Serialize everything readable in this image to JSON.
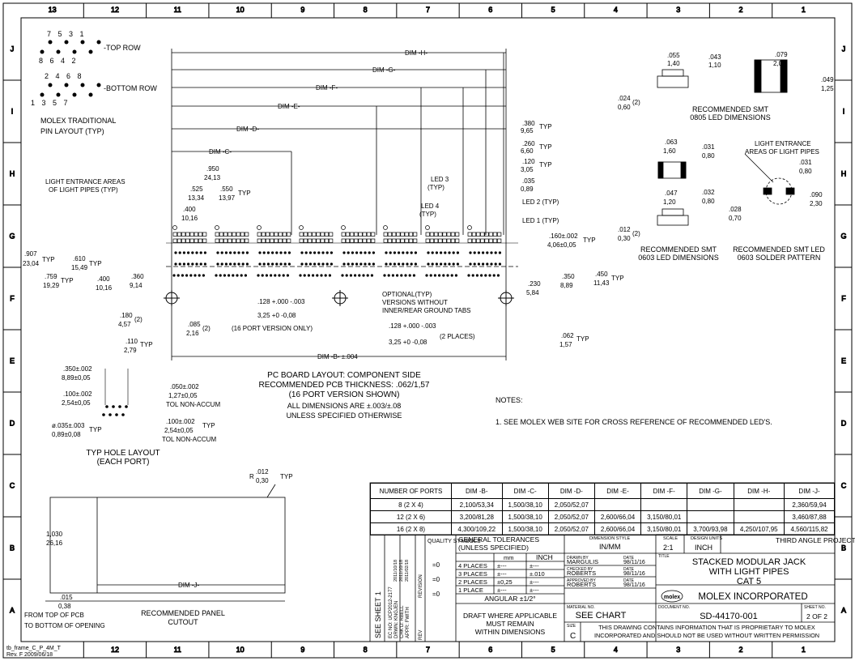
{
  "zones_top": [
    "13",
    "12",
    "11",
    "10",
    "9",
    "8",
    "7",
    "6",
    "5",
    "4",
    "3",
    "2",
    "1"
  ],
  "zones_bottom": [
    "12",
    "11",
    "10",
    "9",
    "8",
    "7",
    "6",
    "5",
    "4",
    "3",
    "2",
    "1"
  ],
  "rows_left": [
    "J",
    "I",
    "H",
    "G",
    "F",
    "E",
    "D",
    "C",
    "B",
    "A"
  ],
  "rows_right": [
    "J",
    "I",
    "H",
    "G",
    "F",
    "E",
    "D",
    "C",
    "B",
    "A"
  ],
  "pin_layout": {
    "top_row_label": "-TOP ROW",
    "bottom_row_label": "-BOTTOM ROW",
    "title_line1": "MOLEX TRADITIONAL",
    "title_line2": "PIN LAYOUT (TYP)",
    "top_numbers": "7 5 3 1",
    "top_numbers2": "8 6 4 2",
    "bottom_numbers": "2 4 6 8",
    "bottom_numbers2": "1 3 5 7"
  },
  "board": {
    "dim_h": "DIM -H-",
    "dim_g": "DIM -G-",
    "dim_f": "DIM -F-",
    "dim_e": "DIM -E-",
    "dim_d": "DIM -D-",
    "dim_c": "DIM -C-",
    "dim_b": "DIM -B- ±.004",
    "light_entrance": "LIGHT ENTRANCE AREAS",
    "light_entrance2": "OF LIGHT PIPES (TYP)",
    "d950": ".950",
    "d2413": "24,13",
    "d525": ".525",
    "d1334": "13,34",
    "d550": ".550",
    "d1397": "13,97",
    "d400": ".400",
    "d1016": "10,16",
    "typ": "TYP",
    "d907": ".907",
    "d2304": "23,04",
    "d610": ".610",
    "d1549": "15,49",
    "d759": ".759",
    "d1929": "19,29",
    "d400b": ".400",
    "d1016b": "10,16",
    "d360": ".360",
    "d914": "9,14",
    "d180": ".180",
    "d457": "4,57",
    "d085": ".085",
    "d216": "2,16",
    "d110": ".110",
    "d279": "2,79",
    "two": "(2)",
    "d380": ".380",
    "d965": "9,65",
    "d260": ".260",
    "d660": "6,60",
    "d120": ".120",
    "d305": "3,05",
    "d035": ".035",
    "d089": "0,89",
    "led3": "LED 3",
    "led3typ": "(TYP)",
    "led4": "LED 4",
    "led4typ": "(TYP)",
    "led2": "LED 2 (TYP)",
    "led1": "LED 1 (TYP)",
    "d160": ".160±.002",
    "d406": "4,06±0,05",
    "d350": ".350",
    "d889": "8,89",
    "d450": ".450",
    "d1143": "11,43",
    "d230": ".230",
    "d584": "5,84",
    "optional1": "OPTIONAL(TYP)",
    "optional2": "VERSIONS WITHOUT",
    "optional3": "INNER/REAR GROUND TABS",
    "hole128": ".128 +.000 -.003",
    "hole325": "3,25 +0 -0,08",
    "hole16": "(16 PORT VERSION ONLY)",
    "hole2places": "(2 PLACES)",
    "d062": ".062",
    "d157": "1,57",
    "title1": "PC BOARD LAYOUT: COMPONENT SIDE",
    "title2": "RECOMMENDED PCB THICKNESS: .062/1,57",
    "title3": "(16 PORT VERSION SHOWN)",
    "note1": "ALL DIMENSIONS ARE ±.003/±.08",
    "note2": "UNLESS SPECIFIED OTHERWISE"
  },
  "hole_layout": {
    "d350": ".350±.002",
    "d889": "8,89±0,05",
    "d100": ".100±.002",
    "d254": "2,54±0,05",
    "d035": "ø.035±.003",
    "d089": "0,89±0,08",
    "typ": "TYP",
    "d050": ".050±.002",
    "d127": "1,27±0,05",
    "tol": "TOL NON-ACCUM",
    "d100b": ".100±.002",
    "d254b": "2,54±0,05",
    "tol2": "TOL NON-ACCUM",
    "title1": "TYP HOLE LAYOUT",
    "title2": "(EACH PORT)"
  },
  "smt0805": {
    "d055": ".055",
    "d140": "1,40",
    "d043": ".043",
    "d110": "1,10",
    "d024": ".024",
    "d060": "0,60",
    "two": "(2)",
    "d079": ".079",
    "d200": "2,00",
    "d049": ".049",
    "d125": "1,25",
    "title1": "RECOMMENDED SMT",
    "title2": "0805 LED DIMENSIONS"
  },
  "smt0603": {
    "d063": ".063",
    "d160": "1,60",
    "d031": ".031",
    "d080": "0,80",
    "d047": ".047",
    "d120": "1,20",
    "d032": ".032",
    "d080b": "0,80",
    "d012": ".012",
    "d030": "0,30",
    "two": "(2)",
    "title1": "RECOMMENDED SMT",
    "title2": "0603 LED DIMENSIONS"
  },
  "solder": {
    "label1": "LIGHT ENTRANCE",
    "label2": "AREAS OF LIGHT PIPES",
    "d031": ".031",
    "d080": "0,80",
    "d028": ".028",
    "d070": "0,70",
    "d090": ".090",
    "d230": "2,30",
    "title1": "RECOMMENDED SMT LED",
    "title2": "0603 SOLDER PATTERN"
  },
  "notes": {
    "heading": "NOTES:",
    "n1": "1.  SEE MOLEX WEB SITE FOR CROSS REFERENCE OF RECOMMENDED LED'S."
  },
  "panel": {
    "r012": ".012",
    "r030": "0,30",
    "rtyp": "R",
    "typ": "TYP",
    "d1030": "1,030",
    "d2616": "26,16",
    "d015": ".015",
    "d038": "0,38",
    "from1": "FROM TOP OF PCB",
    "from2": "TO BOTTOM OF OPENING",
    "dim_j": "DIM -J-",
    "title1": "RECOMMENDED PANEL",
    "title2": "CUTOUT"
  },
  "port_table": {
    "headers": [
      "NUMBER OF PORTS",
      "DIM -B-",
      "DIM -C-",
      "DIM -D-",
      "DIM -E-",
      "DIM -F-",
      "DIM -G-",
      "DIM -H-",
      "DIM -J-"
    ],
    "rows": [
      [
        "8 (2 X 4)",
        "2,100/53,34",
        "1,500/38,10",
        "2,050/52,07",
        "",
        "",
        "",
        "",
        "2,360/59,94"
      ],
      [
        "12 (2 X 6)",
        "3,200/81,28",
        "1,500/38,10",
        "2,050/52,07",
        "2,600/66,04",
        "3,150/80,01",
        "",
        "",
        "3,460/87,88"
      ],
      [
        "16 (2 X 8)",
        "4,300/109,22",
        "1,500/38,10",
        "2,050/52,07",
        "2,600/66,04",
        "3,150/80,01",
        "3,700/93,98",
        "4,250/107,95",
        "4,560/115,82"
      ]
    ]
  },
  "title_block": {
    "sheet_text": "SEE SHEET 1",
    "ecno": "EC NO: UCP2012-2177",
    "drwn": "DRWN: KNGJEN",
    "chkd": "CHK'D: RBELL",
    "apprd": "APPR: FWITH",
    "date1": "2011/10/18",
    "date2": "2011/10/18",
    "date3": "2011/02/18",
    "rev_label": "REVISION",
    "rev": "REV",
    "quality": "QUALITY SYMBOLS",
    "gen_tol1": "GENERAL TOLERANCES",
    "gen_tol2": "(UNLESS SPECIFIED)",
    "mm": "mm",
    "inch": "INCH",
    "places4": "4 PLACES",
    "places3": "3 PLACES",
    "places2": "2 PLACES",
    "place1": "1 PLACE",
    "tol4mm": "±---",
    "tol4in": "±---",
    "tol3mm": "±---",
    "tol3in": "±.010",
    "tol2mm": "±0,25",
    "tol2in": "±---",
    "tol1mm": "±---",
    "tol1in": "±---",
    "angular": "ANGULAR ±1/2°",
    "q0": "=0",
    "draft1": "DRAFT WHERE APPLICABLE",
    "draft2": "MUST REMAIN",
    "draft3": "WITHIN DIMENSIONS",
    "dim_style_label": "DIMENSION STYLE",
    "dim_style": "IN/MM",
    "scale_label": "SCALE",
    "scale": "2:1",
    "design_units_label": "DESIGN UNITS",
    "design_units": "INCH",
    "projection": "THIRD ANGLE PROJECTION",
    "drawn_label": "DRAWN BY",
    "drawn": "MARGULIS",
    "drawn_date": "98/11/16",
    "checked_label": "CHECKED BY",
    "checked": "ROBERTS",
    "checked_date": "98/11/16",
    "approved_label": "APPROVED BY",
    "approved": "ROBERTS",
    "approved_date": "98/11/16",
    "date_label": "DATE",
    "title_label": "TITLE",
    "title1": "STACKED MODULAR JACK",
    "title2": "WITH LIGHT PIPES",
    "title3": "CAT 5",
    "company": "MOLEX INCORPORATED",
    "logo": "molex",
    "material_label": "MATERIAL NO.",
    "material": "SEE CHART",
    "doc_label": "DOCUMENT NO.",
    "doc": "SD-44170-001",
    "sheet_label": "SHEET NO.",
    "sheet": "2 OF 2",
    "size_label": "SIZE",
    "size": "C",
    "prop1": "THIS DRAWING CONTAINS INFORMATION THAT IS PROPRIETARY TO MOLEX",
    "prop2": "INCORPORATED AND SHOULD NOT BE USED WITHOUT WRITTEN PERMISSION"
  },
  "frame_info": {
    "l1": "tb_frame_C_P_4M_T",
    "l2": "Rev. F  2009/06/18"
  }
}
